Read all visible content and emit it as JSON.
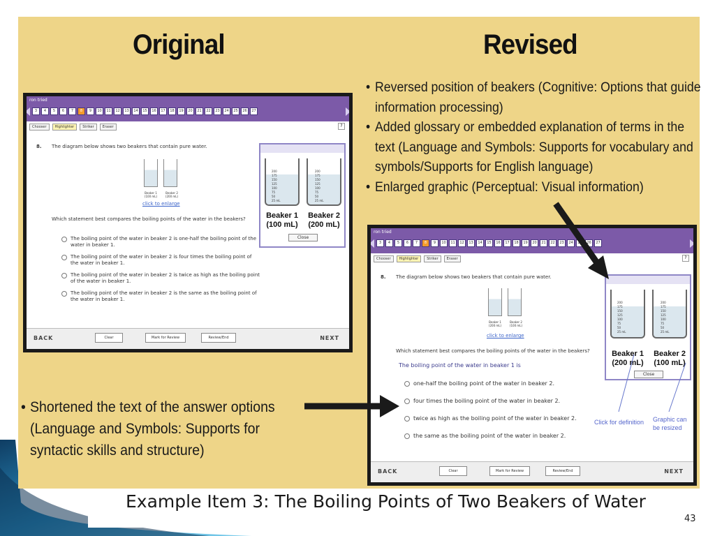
{
  "headings": {
    "original": "Original",
    "revised": "Revised"
  },
  "revised_bullets": [
    "Reversed position of beakers (Cognitive: Options that guide information processing)",
    "Added glossary or embedded explanation of terms in the text (Language and Symbols: Supports for vocabulary and symbols/Supports for English language)",
    "Enlarged graphic (Perceptual: Visual information)"
  ],
  "left_note": "Shortened the text of the answer options (Language and Symbols: Supports for syntactic skills and structure)",
  "caption": "Example Item 3: The Boiling Points of Two Beakers of Water",
  "slide_number": "43",
  "test_ui": {
    "title": "ron tried",
    "question_numbers": [
      "3",
      "4",
      "5",
      "6",
      "7",
      "8",
      "9",
      "10",
      "11",
      "12",
      "13",
      "14",
      "15",
      "16",
      "17",
      "18",
      "19",
      "20",
      "21",
      "22",
      "23",
      "24",
      "25",
      "26",
      "27"
    ],
    "current_question": "8",
    "tools": {
      "chooser": "Chooser",
      "highlighter": "Highlighter",
      "striker": "Striker",
      "eraser": "Eraser"
    },
    "help": "?",
    "question_label": "8.",
    "stem": "The diagram below shows two beakers that contain pure water.",
    "enlarge_link": "click to enlarge",
    "nav": {
      "back": "BACK",
      "next": "NEXT",
      "clear": "Clear",
      "mark": "Mark for Review",
      "review": "Review/End"
    }
  },
  "original_item": {
    "mini_labels": [
      "Beaker 1 (100 mL)",
      "Beaker 2 (200 mL)"
    ],
    "question": "Which statement best compares the boiling points of the water in the beakers?",
    "options": [
      "The boiling point of the water in beaker 2 is one-half the boiling point of the water in beaker 1.",
      "The boiling point of the water in beaker 2 is four times the boiling point of the water in beaker 1.",
      "The boiling point of the water in beaker 2 is twice as high as the boiling point of the water in beaker 1.",
      "The boiling point of the water in beaker 2 is the same as the boiling point of the water in beaker 1."
    ],
    "popup": {
      "beaker1": "Beaker 1 (100 mL)",
      "beaker2": "Beaker 2 (200 mL)",
      "scale": [
        "200",
        "175",
        "150",
        "125",
        "100",
        "75",
        "50",
        "25 mL"
      ],
      "close": "Close"
    }
  },
  "revised_item": {
    "mini_labels": [
      "Beaker 1 (200 mL)",
      "Beaker 2 (100 mL)"
    ],
    "question": "Which statement best compares the boiling points of the water in the beakers?",
    "stem2": "The boiling point of the water in beaker 1 is",
    "options": [
      "one-half the boiling point of the water in beaker 2.",
      "four times the boiling point of the water in beaker 2.",
      "twice as high as the boiling point of the water in beaker 2.",
      "the same as the boiling point of the water in beaker 2."
    ],
    "popup": {
      "beaker1": "Beaker 1 (200 mL)",
      "beaker2": "Beaker 2 (100 mL)",
      "scale": [
        "200",
        "175",
        "150",
        "125",
        "100",
        "75",
        "50",
        "25 mL"
      ],
      "close": "Close"
    },
    "annotations": {
      "definition": "Click for definition",
      "resize": "Graphic can be resized"
    }
  },
  "colors": {
    "panel": "#eed588",
    "toolbar": "#7c5aa8",
    "current": "#f39b2a",
    "link": "#3a63c9",
    "annotation": "#5566cc"
  }
}
